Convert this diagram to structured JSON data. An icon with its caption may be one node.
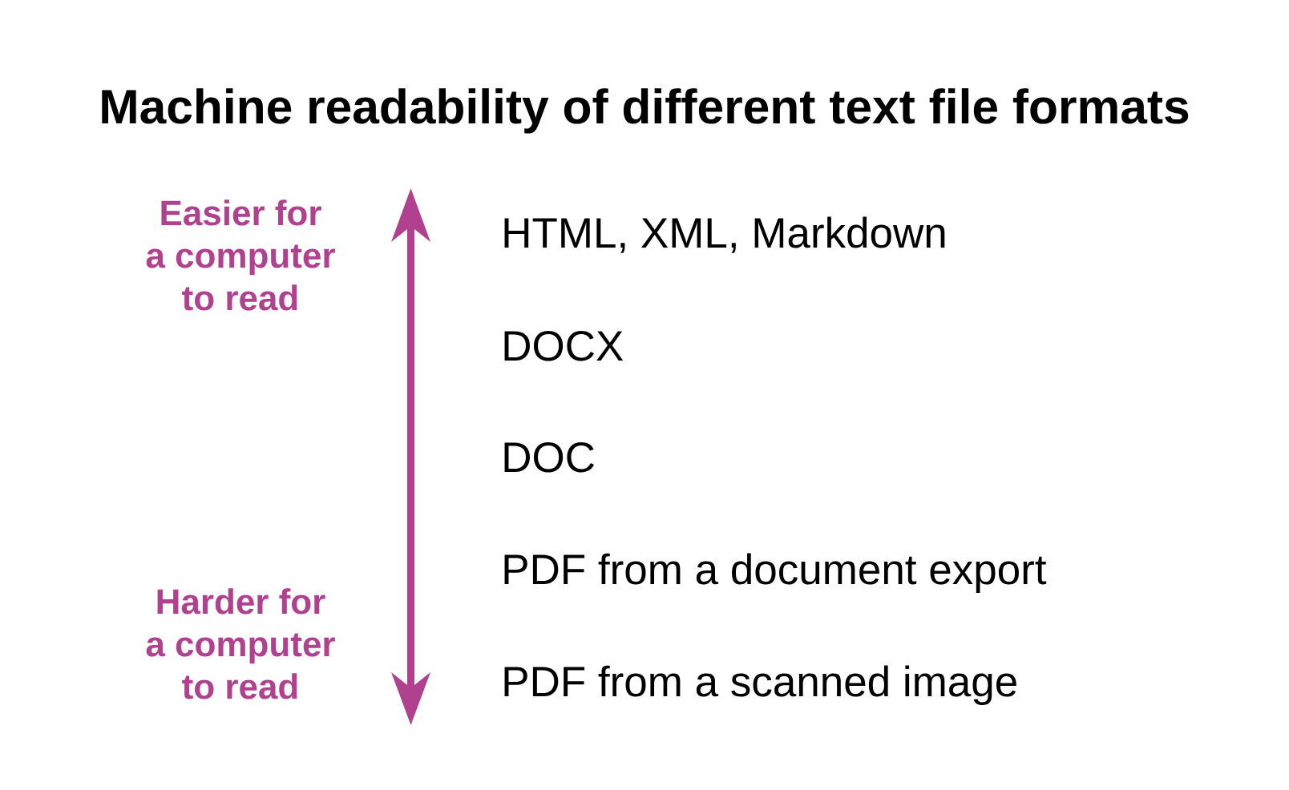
{
  "diagram": {
    "title": "Machine readability of different text file formats",
    "labels": [
      "Easier for a computer to read",
      "HTML, XML, Markdown",
      "DOCX",
      "DOC",
      "PDF from a document export",
      "Harder for a computer to read",
      "PDF from a scanned image"
    ]
  }
}
